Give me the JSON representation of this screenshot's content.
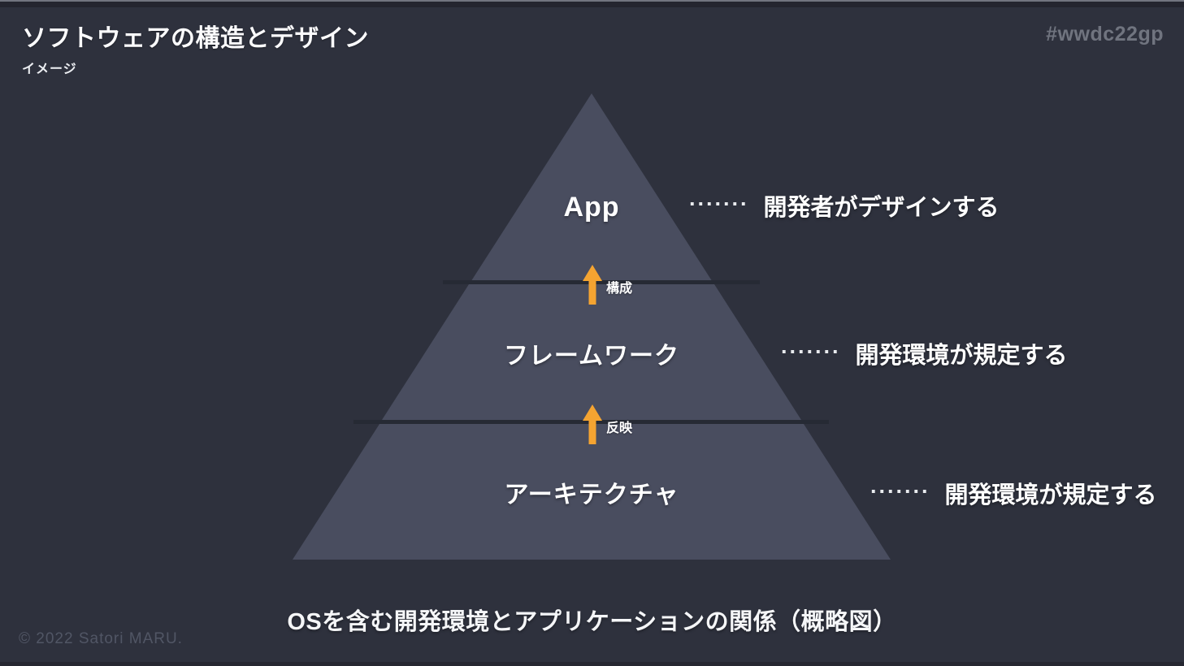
{
  "slide": {
    "title": "ソフトウェアの構造とデザイン",
    "subtitle": "イメージ",
    "hashtag": "#wwdc22gp",
    "caption": "OSを含む開発環境とアプリケーションの関係（概略図）",
    "copyright": "© 2022 Satori MARU."
  },
  "pyramid": {
    "type": "layered-triangle",
    "layers": [
      {
        "id": "app",
        "label": "App",
        "leader_dots": "·······",
        "annotation": "開発者がデザインする"
      },
      {
        "id": "framework",
        "label": "フレームワーク",
        "leader_dots": "·······",
        "annotation": "開発環境が規定する"
      },
      {
        "id": "architecture",
        "label": "アーキテクチャ",
        "leader_dots": "·······",
        "annotation": "開発環境が規定する"
      }
    ],
    "arrows": [
      {
        "label": "構成",
        "direction": "up"
      },
      {
        "label": "反映",
        "direction": "up"
      }
    ]
  },
  "colors": {
    "background": "#2e313d",
    "pyramid_fill": "#494d5f",
    "divider": "#262a34",
    "arrow_orange": "#f5a431",
    "text_primary": "#ffffff",
    "hashtag_gray": "#70747f",
    "copyright_gray": "#515665",
    "edge_band": "#24252f",
    "edge_line": "#71747f"
  }
}
